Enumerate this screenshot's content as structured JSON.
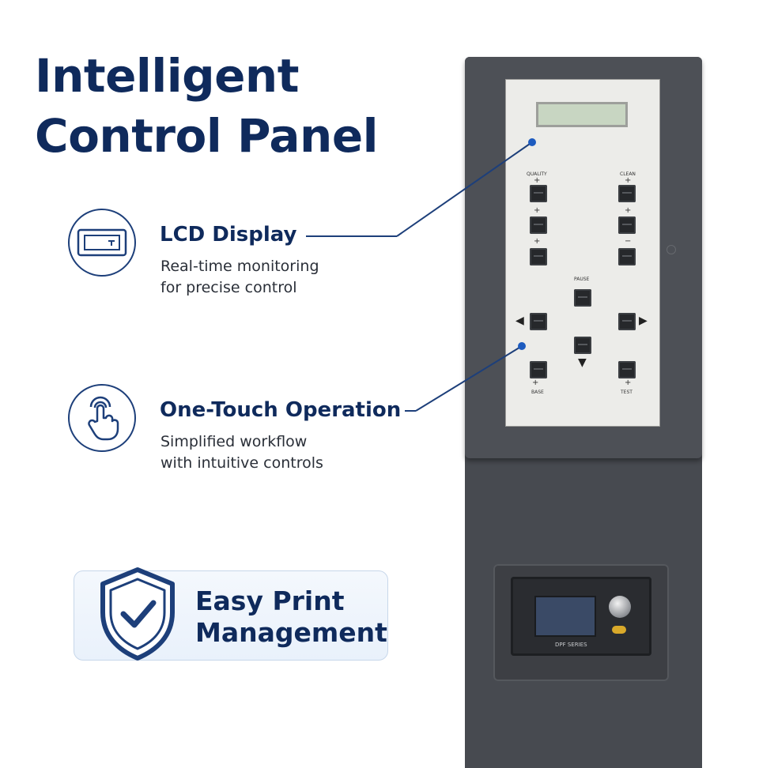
{
  "headline": {
    "line1": "Intelligent",
    "line2": "Control Panel"
  },
  "features": [
    {
      "title": "LCD Display",
      "desc_line1": "Real-time monitoring",
      "desc_line2": "for precise control",
      "icon": "lcd-icon"
    },
    {
      "title": "One-Touch Operation",
      "desc_line1": "Simplified workflow",
      "desc_line2": "with intuitive controls",
      "icon": "touch-hand-icon"
    }
  ],
  "badge": {
    "line1": "Easy Print",
    "line2": "Management",
    "icon": "shield-check-icon"
  },
  "panel": {
    "labels": {
      "quality": "QUALITY",
      "clean": "CLEAN",
      "pause": "PAUSE",
      "base": "BASE",
      "test": "TEST"
    },
    "module_label": "DPF SERIES"
  },
  "colors": {
    "primary": "#0f2a5c",
    "accent": "#1d5bbf",
    "device": "#4d5056",
    "panel": "#ecece9"
  }
}
